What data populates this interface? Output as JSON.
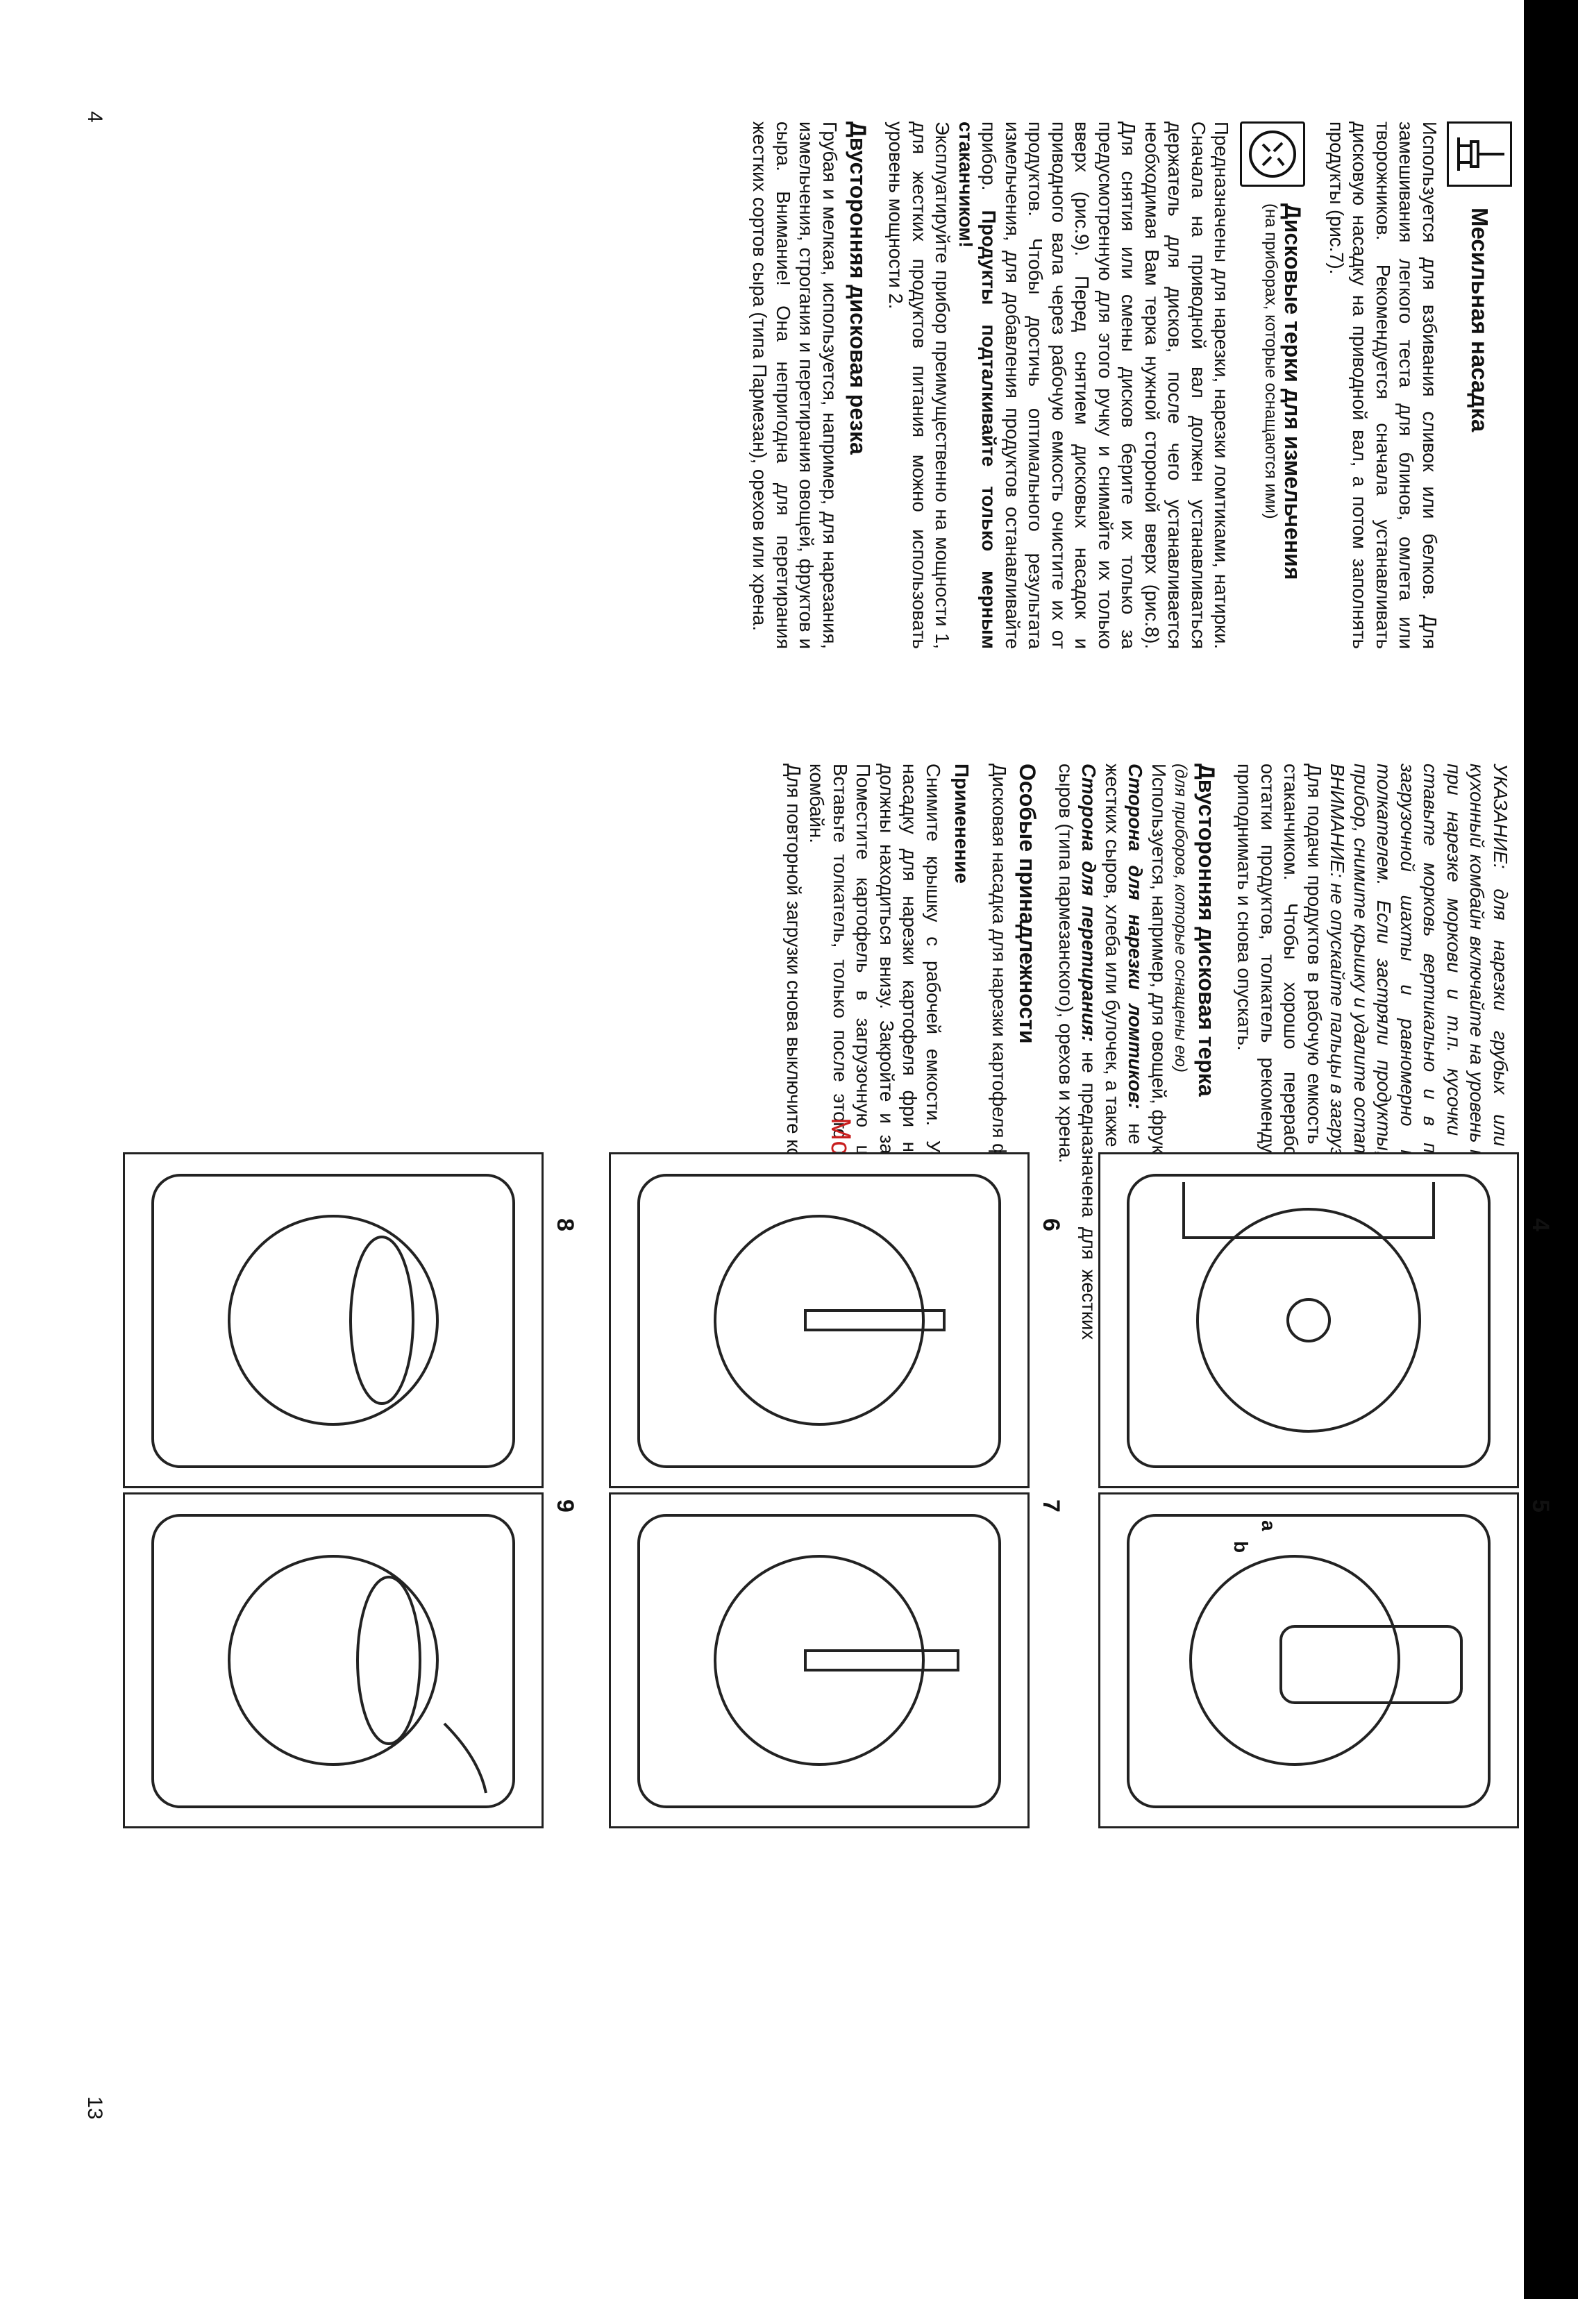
{
  "watermark": "McGrp.Ru",
  "page_left_number": "4",
  "page_right_number": "13",
  "col1": {
    "title": "Месильная насадка",
    "p1": "Используется для взбивания сливок или белков. Для замешивания легкого теста для блинов, омлета или творожников. Рекомендуется сначала устанавливать дисковую насадку на приводной вал, а потом заполнять продукты (рис.7).",
    "h2": "Дисковые терки для измельчения",
    "h2_note": "(на приборах, которые оснащаются ими)",
    "p2a": "Предназначены для нарезки, нарезки ломтиками, натирки. Сначала на приводной вал должен устанавливаться держатель для дисков, после чего устанавливается необходимая Вам терка нужной стороной вверх (рис.8). Для снятия или смены дисков берите их только за предусмотренную для этого ручку и снимайте их только вверх (рис.9). Перед снятием дисковых насадок и приводного вала через рабочую емкость очистите их от продуктов. Чтобы достичь оптимального результата измельчения, для добавления продуктов останавливайте прибор.",
    "p2b": "Продукты подталкивайте только мерным стаканчиком!",
    "p2c": "Эксплуатируйте прибор преимущественно на мощности 1, для жестких продуктов питания можно использовать уровень мощности 2.",
    "h3": "Двусторонняя дисковая резка",
    "p3": "Грубая и мелкая, используется, например, для нарезания, измельчения, строгания и перетирания овощей, фруктов и сыра. Внимание! Она непригодна для перетирания жестких сортов сыра (типа Пармезан), орехов или хрена."
  },
  "col2": {
    "p1": "УКАЗАНИЕ: для нарезки грубых или мелких ломтиков кухонный комбайн включайте на уровень мощности 1. Чтобы при нарезке моркови и т.п. кусочки были одинаковыми, ставьте морковь вертикально и в пучке в отверстие загрузочной шахты и равномерно подталкивайте ее толкателем. Если застряли продукты, остановите Ваш прибор, снимите крышку и удалите остатки.",
    "p2": "ВНИМАНИЕ: не опускайте пальцы в загрузочную шахту!",
    "p3": "Для подачи продуктов в рабочую емкость пользуйтесь мерным стаканчиком. Чтобы хорошо переработались возможные остатки продуктов, толкатель рекомендуется несколько раз приподнимать и снова опускать.",
    "h4": "Двусторонняя дисковая терка",
    "h4_note": "(для приборов, которые оснащены ею)",
    "p4": "Используется, например, для овощей, фруктов и сыра.",
    "p5a": "Сторона для нарезки ломтиков:",
    "p5b": " не предназначена для жестких сыров, хлеба или булочек, а также для хрена.",
    "p6a": "Сторона для перетирания:",
    "p6b": " не предназначена для жестких сыров (типа пармезанского), орехов и хрена.",
    "h5": "Особые принадлежности",
    "p7": "Дисковая насадка для нарезки картофеля фри.",
    "h6": "Применение",
    "p8": "Снимите крышку с рабочей емкости. Установите дисковую насадку для нарезки картофеля фри на держатель. Ножи должны находиться внизу. Закройте и зафиксируйте крышку. Поместите картофель в загрузочную шахту для овощей. Вставьте толкатель, только после этого включайте кухонный комбайн.",
    "p9": "Для повторной загрузки снова выключите комбайн."
  },
  "figures": {
    "f4": "4",
    "f5": "5",
    "f6": "6",
    "f7": "7",
    "f8": "8",
    "f9": "9",
    "label_a": "a",
    "label_b": "b"
  }
}
